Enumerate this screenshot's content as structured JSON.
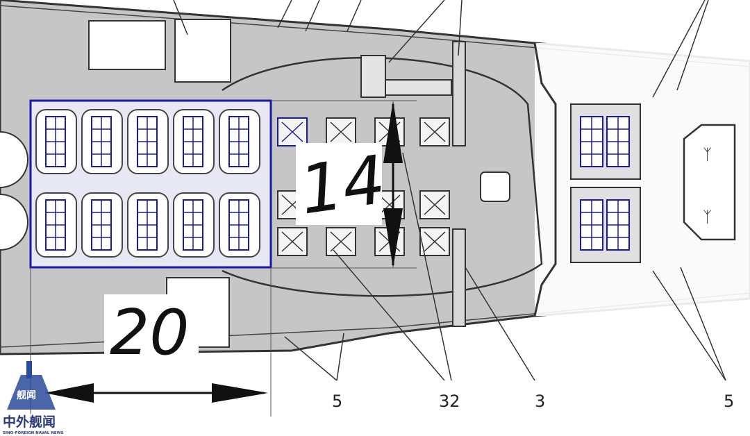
{
  "diagram": {
    "dimensions": {
      "length": "20",
      "width": "14"
    },
    "callouts": [
      "5",
      "32",
      "3",
      "5"
    ],
    "watermark": {
      "cn": "中外舰闻",
      "en": "SINO-FOREIGN NAVAL NEWS",
      "badge": "舰闻"
    }
  },
  "colors": {
    "deck": "#c6c6c6",
    "line": "#333333",
    "highlight": "#1a1aa8",
    "highlight_fill": "#e8e8f4",
    "pad": "#f4f4f4"
  }
}
